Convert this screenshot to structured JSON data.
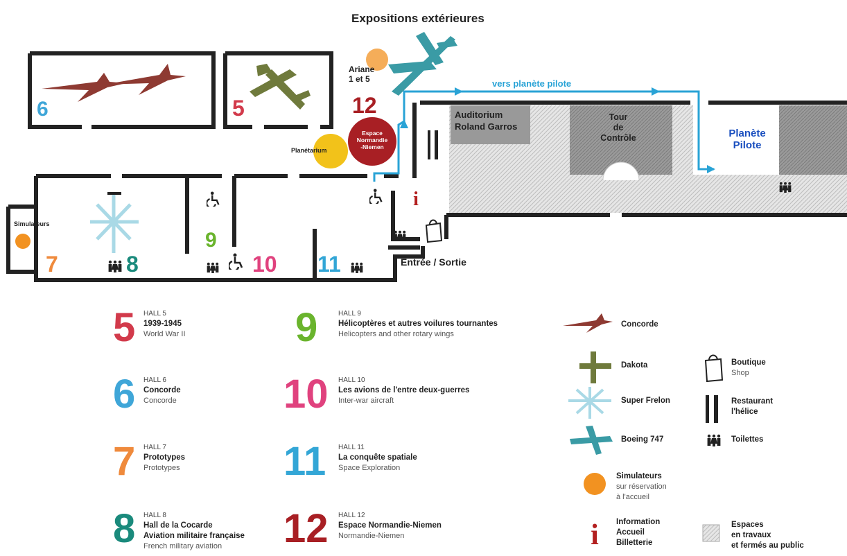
{
  "map": {
    "title": "Expositions extérieures",
    "outdoor_label": "Ariane\n1 et 5",
    "route_label": "vers planète pilote",
    "hall_numbers": {
      "h6": "6",
      "h5": "5",
      "h12": "12",
      "h7": "7",
      "h8": "8",
      "h9": "9",
      "h10": "10",
      "h11": "11"
    },
    "espace_label": "Espace Normandie -Niemen",
    "espace_lines": [
      "Espace",
      "Normandie",
      "-Niemen"
    ],
    "planetarium_label": "Planétarium",
    "simulateurs_label": "Simulateurs",
    "auditorium_label": "Auditorium Roland Garros",
    "auditorium_lines": [
      "Auditorium",
      "Roland Garros"
    ],
    "tour_lines": [
      "Tour",
      "de",
      "Contrôle"
    ],
    "planete_lines": [
      "Planète",
      "Pilote"
    ],
    "entrance_label": "Entrée / Sortie",
    "colors": {
      "hall5": "#d23a4b",
      "hall6": "#3fa6d8",
      "hall7": "#ef8a3c",
      "hall8": "#1a8a7c",
      "hall9": "#6ab42d",
      "hall10": "#e0427e",
      "hall11": "#33a6d6",
      "hall12": "#a81f24",
      "route": "#29a3d6",
      "concorde": "#8e3a32",
      "dakota": "#6f7a3c",
      "boeing": "#3a9ba5",
      "freelon": "#a9d9e6",
      "planetarium": "#f2c21a",
      "simulateur": "#f29221"
    }
  },
  "legend_halls": [
    {
      "number": "5",
      "hall": "HALL 5",
      "title": "1939-1945",
      "subtitle": "World War II",
      "color": "#d23a4b"
    },
    {
      "number": "6",
      "hall": "HALL 6",
      "title": "Concorde",
      "subtitle": "Concorde",
      "color": "#3fa6d8"
    },
    {
      "number": "7",
      "hall": "HALL 7",
      "title": "Prototypes",
      "subtitle": "Prototypes",
      "color": "#ef8a3c"
    },
    {
      "number": "8",
      "hall": "HALL 8",
      "title": "Hall de la Cocarde",
      "title2": "Aviation militaire française",
      "subtitle": "French military aviation",
      "color": "#1a8a7c"
    },
    {
      "number": "9",
      "hall": "HALL 9",
      "title": "Hélicoptères et autres voilures tournantes",
      "subtitle": "Helicopters and other rotary wings",
      "color": "#6ab42d"
    },
    {
      "number": "10",
      "hall": "HALL 10",
      "title": "Les avions de l'entre deux-guerres",
      "subtitle": "Inter-war aircraft",
      "color": "#e0427e"
    },
    {
      "number": "11",
      "hall": "HALL 11",
      "title": "La conquête spatiale",
      "subtitle": "Space Exploration",
      "color": "#33a6d6"
    },
    {
      "number": "12",
      "hall": "HALL 12",
      "title": "Espace Normandie-Niemen",
      "subtitle": "Normandie-Niemen",
      "color": "#a81f24"
    }
  ],
  "legend_icons": {
    "concorde": "Concorde",
    "dakota": "Dakota",
    "super_frelon": "Super Frelon",
    "boeing": "Boeing 747",
    "simulateurs_title": "Simulateurs",
    "simulateurs_sub1": "sur réservation",
    "simulateurs_sub2": "à l'accueil",
    "information1": "Information",
    "information2": "Accueil",
    "information3": "Billetterie",
    "boutique": "Boutique",
    "shop": "Shop",
    "restaurant1": "Restaurant",
    "restaurant2": "l'hélice",
    "toilettes": "Toilettes",
    "travaux1": "Espaces",
    "travaux2": "en travaux",
    "travaux3": "et fermés au public"
  }
}
